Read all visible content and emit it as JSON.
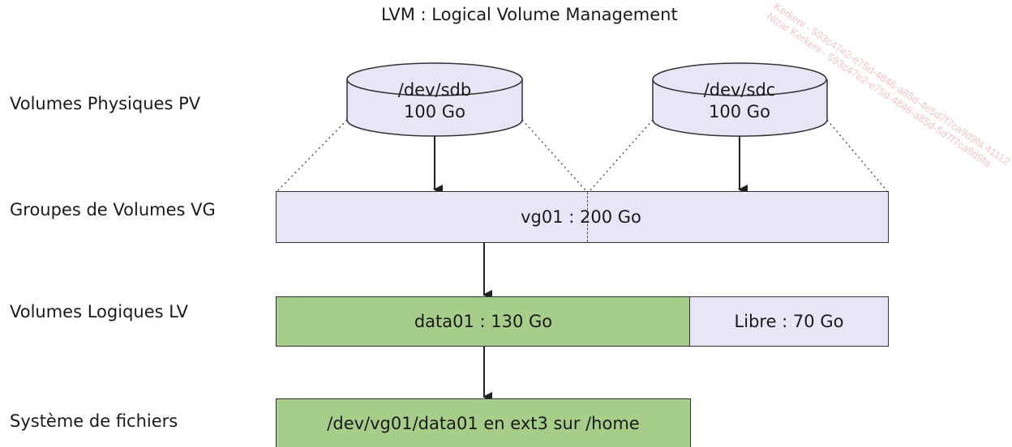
{
  "title": "LVM : Logical Volume Management",
  "rows": {
    "pv": "Volumes Physiques PV",
    "vg": "Groupes de Volumes VG",
    "lv": "Volumes Logiques LV",
    "fs": "Système de fichiers"
  },
  "disks": [
    {
      "device": "/dev/sdb",
      "size": "100 Go"
    },
    {
      "device": "/dev/sdc",
      "size": "100 Go"
    }
  ],
  "volume_group": {
    "label": "vg01 : 200 Go"
  },
  "logical_volumes": [
    {
      "label": "data01 : 130 Go"
    },
    {
      "label": "Libre : 70 Go"
    }
  ],
  "filesystem": {
    "label": "/dev/vg01/data01 en ext3 sur /home"
  },
  "watermark": "Kerkeni - 593c47e2-e75d-4846-a85d-4e5d7f7ca9d9fa 41112\nNizar Kerkeni - 593c47e2-e75d-4846-a85d-5d7f7ca9d9fa",
  "colors": {
    "lavender": "#e6e6f6",
    "green": "#a7cd8a",
    "stroke": "#333333"
  }
}
